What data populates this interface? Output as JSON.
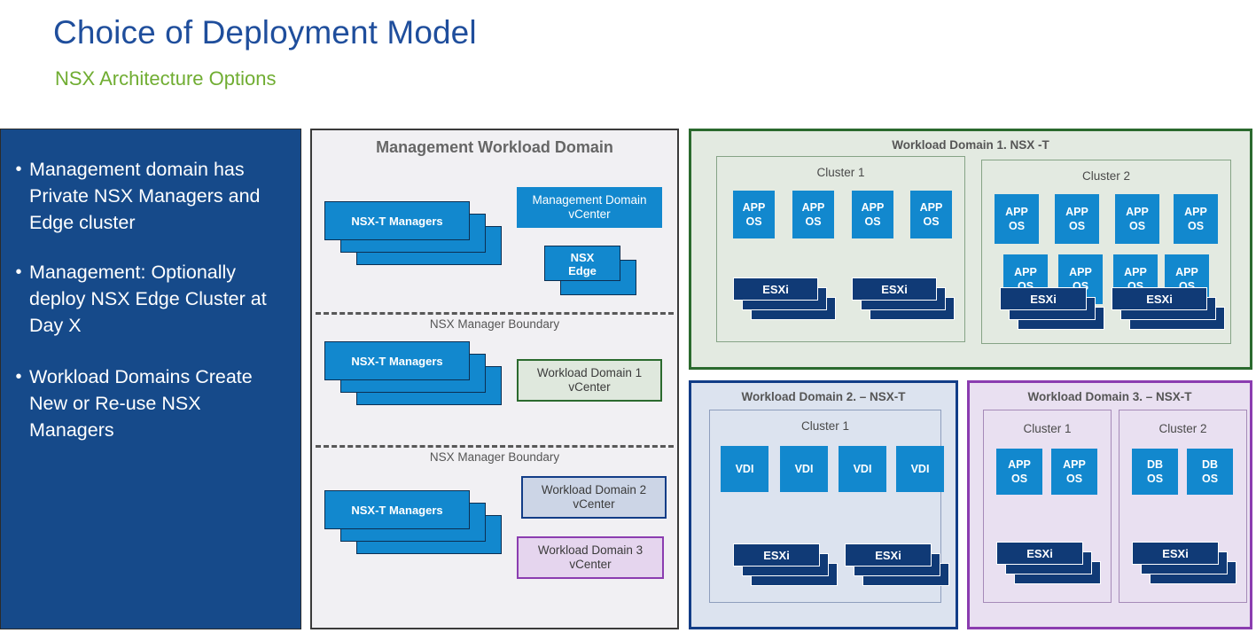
{
  "header": {
    "title": "Choice of Deployment Model",
    "subtitle": "NSX Architecture Options",
    "title_color": "#1F4E9C",
    "subtitle_color": "#70AD32"
  },
  "bullets_panel": {
    "background": "#164A8A",
    "items": [
      "Management domain has Private NSX Managers and Edge cluster",
      "Management: Optionally deploy NSX Edge Cluster at Day X",
      "Workload Domains Create New or Re-use NSX Managers"
    ],
    "bullet_glyph": "•"
  },
  "management_panel": {
    "title": "Management Workload Domain",
    "boundary_label_1": "NSX Manager Boundary",
    "boundary_label_2": "NSX Manager Boundary",
    "section1": {
      "nsx_managers": "NSX-T Managers",
      "vcenter": "Management Domain vCenter",
      "vcenter_line1": "Management Domain",
      "vcenter_line2": "vCenter",
      "edge_line1": "NSX",
      "edge_line2": "Edge"
    },
    "section2": {
      "nsx_managers": "NSX-T Managers",
      "vcenter_line1": "Workload Domain 1",
      "vcenter_line2": "vCenter"
    },
    "section3": {
      "nsx_managers": "NSX-T Managers",
      "vcenter2_line1": "Workload Domain 2",
      "vcenter2_line2": "vCenter",
      "vcenter3_line1": "Workload Domain 3",
      "vcenter3_line2": "vCenter"
    }
  },
  "workload_domain_1": {
    "title": "Workload Domain 1.  NSX -T",
    "accent": "#2B6A2E",
    "fill": "#e3eae1",
    "cluster1": {
      "title": "Cluster 1",
      "vms": [
        {
          "line1": "APP",
          "line2": "OS"
        },
        {
          "line1": "APP",
          "line2": "OS"
        },
        {
          "line1": "APP",
          "line2": "OS"
        },
        {
          "line1": "APP",
          "line2": "OS"
        }
      ],
      "hosts": [
        "ESXi",
        "ESXi"
      ]
    },
    "cluster2": {
      "title": "Cluster 2",
      "vms": [
        {
          "line1": "APP",
          "line2": "OS"
        },
        {
          "line1": "APP",
          "line2": "OS"
        },
        {
          "line1": "APP",
          "line2": "OS"
        },
        {
          "line1": "APP",
          "line2": "OS"
        },
        {
          "line1": "APP",
          "line2": "OS"
        },
        {
          "line1": "APP",
          "line2": "OS"
        },
        {
          "line1": "APP",
          "line2": "OS"
        },
        {
          "line1": "APP",
          "line2": "OS"
        }
      ],
      "hosts": [
        "ESXi",
        "ESXi"
      ]
    }
  },
  "workload_domain_2": {
    "title": "Workload Domain 2. – NSX-T",
    "accent": "#123D87",
    "fill": "#dce3ef",
    "cluster1": {
      "title": "Cluster 1",
      "vms": [
        {
          "line1": "VDI",
          "line2": ""
        },
        {
          "line1": "VDI",
          "line2": ""
        },
        {
          "line1": "VDI",
          "line2": ""
        },
        {
          "line1": "VDI",
          "line2": ""
        }
      ],
      "hosts": [
        "ESXi",
        "ESXi"
      ]
    }
  },
  "workload_domain_3": {
    "title": "Workload Domain 3. – NSX-T",
    "accent": "#8B3DB0",
    "fill": "#e9e0f1",
    "cluster1": {
      "title": "Cluster 1",
      "vms": [
        {
          "line1": "APP",
          "line2": "OS"
        },
        {
          "line1": "APP",
          "line2": "OS"
        }
      ],
      "hosts": [
        "ESXi"
      ]
    },
    "cluster2": {
      "title": "Cluster 2",
      "vms": [
        {
          "line1": "DB",
          "line2": "OS"
        },
        {
          "line1": "DB",
          "line2": "OS"
        }
      ],
      "hosts": [
        "ESXi"
      ]
    }
  },
  "colors": {
    "vm_blue": "#1288CE",
    "esxi_navy": "#103A76",
    "panel_gray": "#f1f0f3"
  }
}
